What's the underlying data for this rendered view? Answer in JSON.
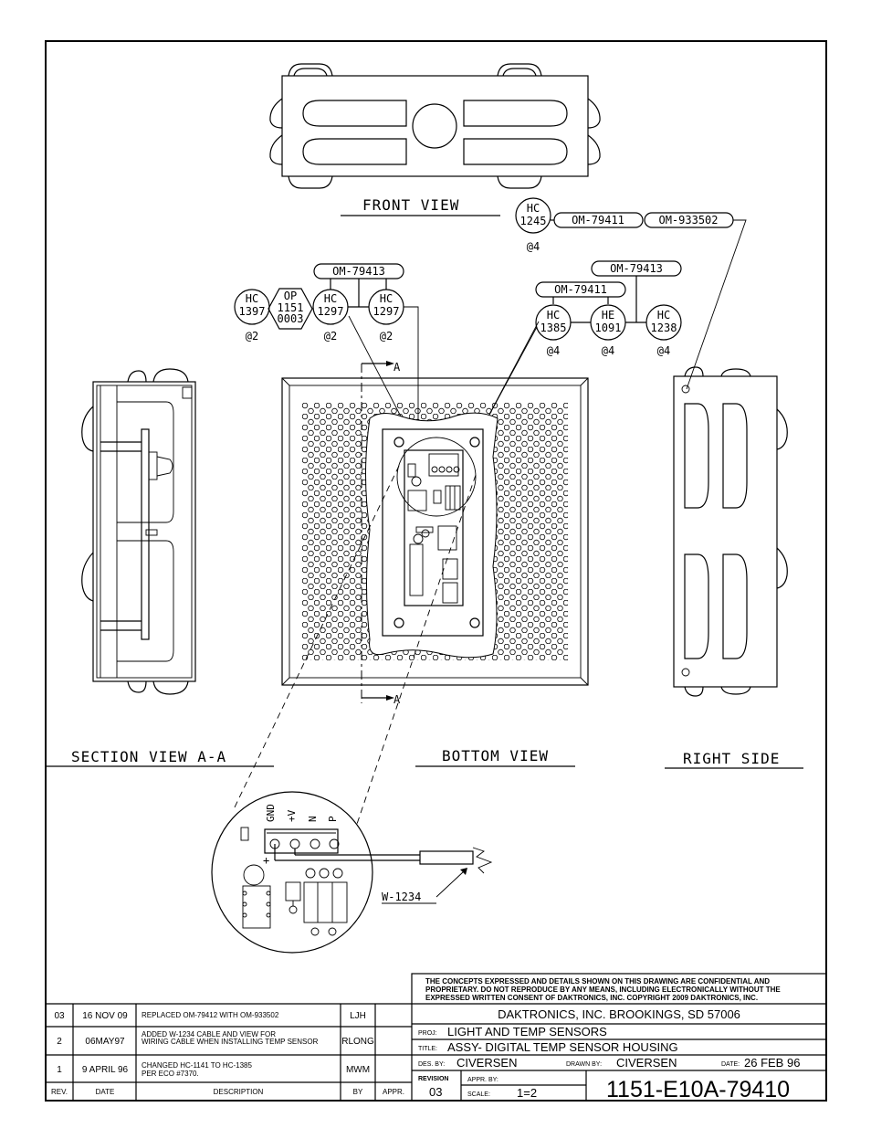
{
  "views": {
    "front": "FRONT VIEW",
    "section": "SECTION VIEW A-A",
    "bottom": "BOTTOM VIEW",
    "right": "RIGHT SIDE"
  },
  "section_marker": "A",
  "callouts": {
    "g1": {
      "om": "OM-79413",
      "c1": [
        "HC",
        "1397"
      ],
      "c2": [
        "OP",
        "1151",
        "0003"
      ],
      "c3": [
        "HC",
        "1297"
      ],
      "c4": [
        "HC",
        "1297"
      ],
      "q1": "@2",
      "q3": "@2",
      "q4": "@2"
    },
    "g2": {
      "om_top": "OM-79413",
      "om": "OM-79411",
      "c1": [
        "HC",
        "1385"
      ],
      "c2": [
        "HE",
        "1091"
      ],
      "c3": [
        "HC",
        "1238"
      ],
      "q1": "@4",
      "q2": "@4",
      "q3": "@4"
    },
    "g3": {
      "c1": [
        "HC",
        "1245"
      ],
      "om1": "OM-79411",
      "om2": "OM-933502",
      "q1": "@4"
    }
  },
  "detail": {
    "pins": [
      "GND",
      "+V",
      "N",
      "P"
    ],
    "plus": "+",
    "cable": "W-1234"
  },
  "notice": [
    "THE CONCEPTS EXPRESSED AND DETAILS SHOWN ON THIS DRAWING ARE CONFIDENTIAL AND",
    "PROPRIETARY. DO NOT REPRODUCE BY ANY MEANS, INCLUDING ELECTRONICALLY WITHOUT THE",
    "EXPRESSED WRITTEN CONSENT OF DAKTRONICS, INC.          COPYRIGHT 2009 DAKTRONICS, INC."
  ],
  "company": "DAKTRONICS, INC.   BROOKINGS, SD 57006",
  "title_block": {
    "proj_label": "PROJ:",
    "proj": "LIGHT AND TEMP SENSORS",
    "title_label": "TITLE:",
    "title": "ASSY- DIGITAL TEMP SENSOR HOUSING",
    "des_label": "DES. BY:",
    "des": "CIVERSEN",
    "drawn_label": "DRAWN BY:",
    "drawn": "CIVERSEN",
    "date_label": "DATE:",
    "date": "26 FEB 96",
    "revision_label": "REVISION",
    "revision": "03",
    "appr_label": "APPR. BY:",
    "scale_label": "SCALE:",
    "scale": "1=2",
    "drawing_number": "1151-E10A-79410"
  },
  "revisions": {
    "headers": [
      "REV.",
      "DATE",
      "DESCRIPTION",
      "BY",
      "APPR."
    ],
    "rows": [
      {
        "rev": "03",
        "date": "16 NOV 09",
        "desc": [
          "REPLACED OM-79412 WITH OM-933502"
        ],
        "by": "LJH"
      },
      {
        "rev": "2",
        "date": "06MAY97",
        "desc": [
          "ADDED W-1234 CABLE AND VIEW FOR",
          "WIRING CABLE WHEN INSTALLING TEMP SENSOR"
        ],
        "by": "RLONG"
      },
      {
        "rev": "1",
        "date": "9 APRIL 96",
        "desc": [
          "CHANGED HC-1141 TO HC-1385",
          "PER ECO #7370."
        ],
        "by": "MWM"
      }
    ]
  }
}
